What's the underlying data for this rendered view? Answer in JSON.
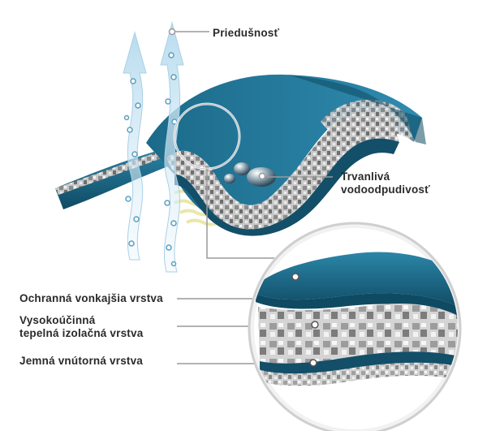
{
  "labels": {
    "breathability": "Priedušnosť",
    "water_repellency_line1": "Trvanlivá",
    "water_repellency_line2": "vodoodpudivosť",
    "outer_layer": "Ochranná vonkajšia vrstva",
    "insulation_line1": "Vysokoúčinná",
    "insulation_line2": "tepelná izolačná vrstva",
    "inner_layer": "Jemná vnútorná vrstva"
  },
  "colors": {
    "fabric_blue": "#1d6d8c",
    "fabric_blue_dark": "#0f4a63",
    "insulation_gray": "#b8b8b8",
    "airflow_blue": "#b9dcef",
    "heat_yellow": "#e7e39a",
    "leader_line": "#9a9a9a"
  }
}
